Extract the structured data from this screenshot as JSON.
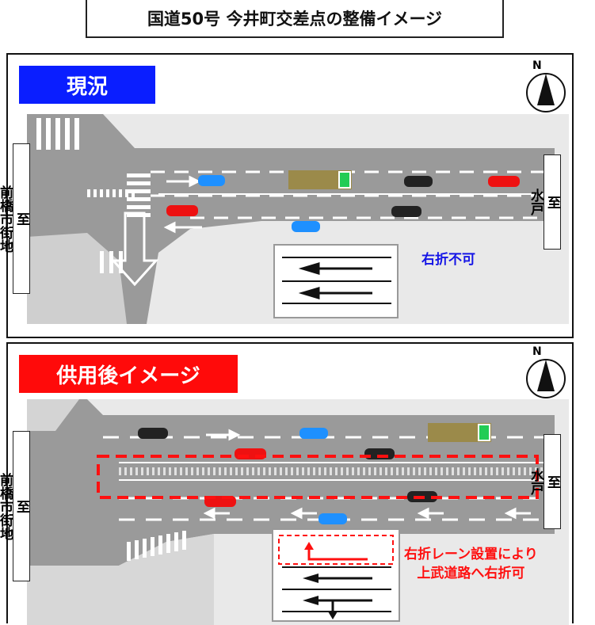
{
  "title": "国道50号 今井町交差点の整備イメージ",
  "panels": {
    "current": {
      "badge": "現況",
      "west_to": "至",
      "west_dest": "前橋市街地",
      "east_to": "至",
      "east_dest": "水戸",
      "note": "右折不可"
    },
    "after": {
      "badge": "供用後イメージ",
      "west_to": "至",
      "west_dest": "前橋市街地",
      "east_to": "至",
      "east_dest": "水戸",
      "note_line1": "右折レーン設置により",
      "note_line2": "上武道路へ右折可"
    }
  },
  "compass_label": "N",
  "colors": {
    "current_badge": "#0a1eff",
    "after_badge": "#ff0a0a",
    "road": "#9a9a9a",
    "highlight": "#ff1010",
    "note_blue": "#1515e6"
  }
}
